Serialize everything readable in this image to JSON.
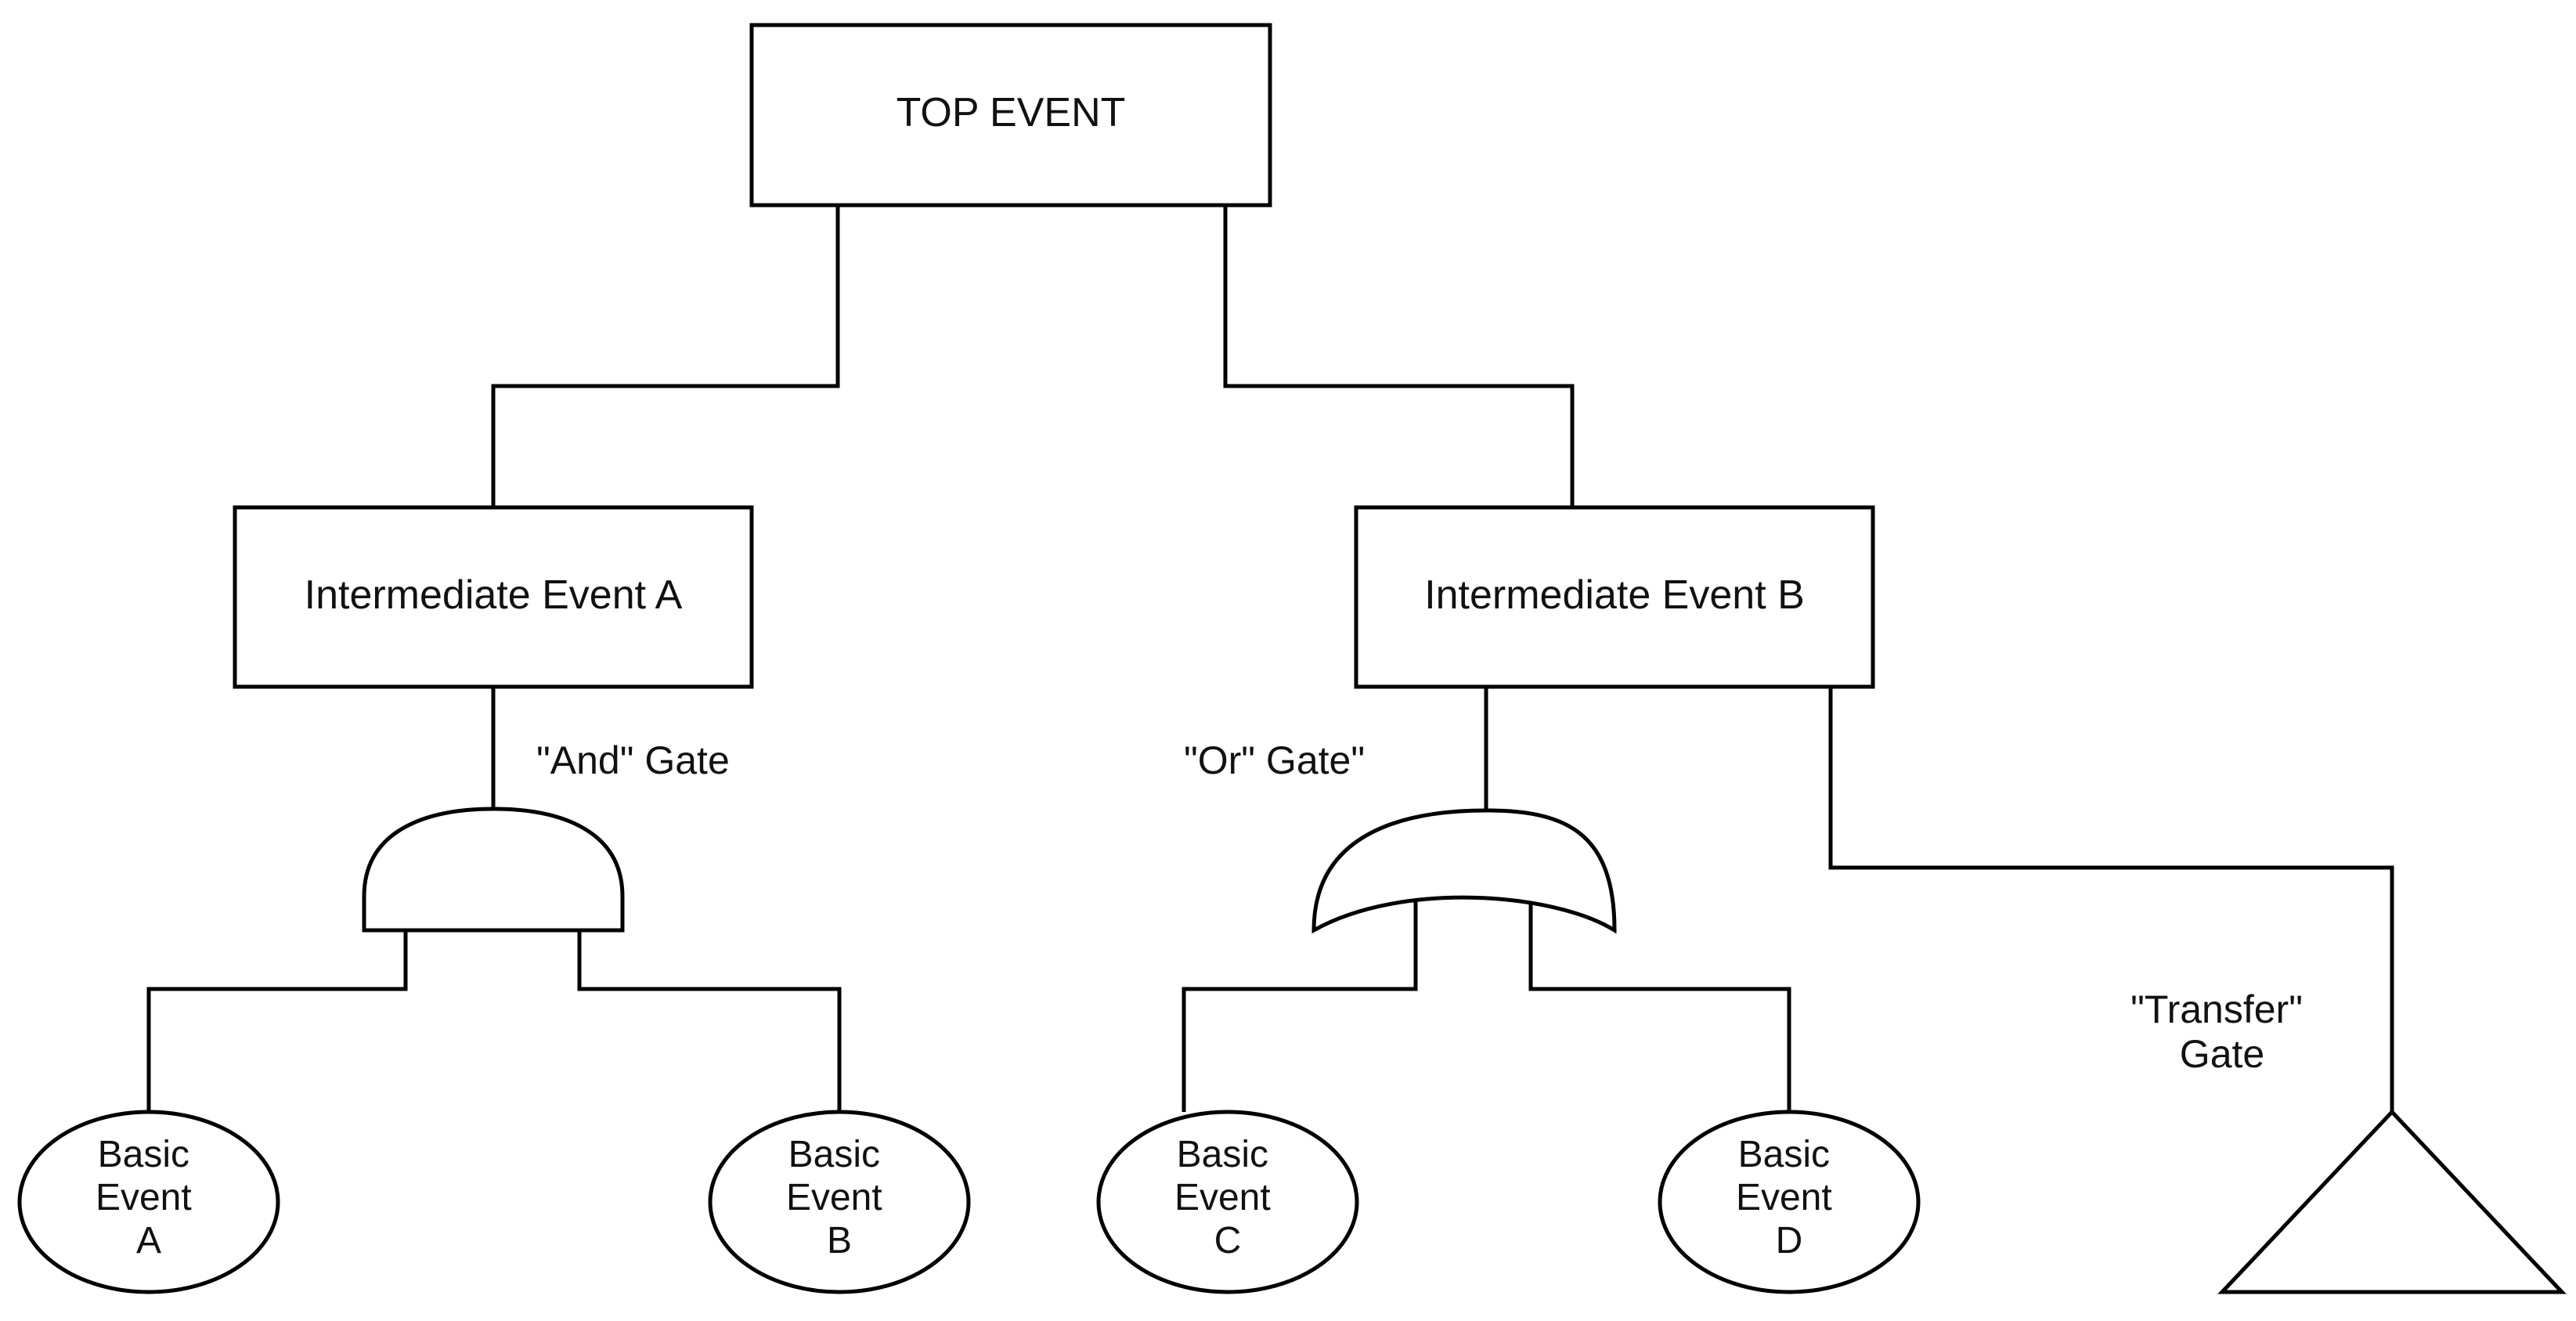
{
  "diagram": {
    "top_event": "TOP EVENT",
    "intermediate": [
      {
        "id": "A",
        "label": "Intermediate Event A"
      },
      {
        "id": "B",
        "label": "Intermediate Event B"
      }
    ],
    "gates": {
      "and_label": "\"And\" Gate",
      "or_label": "\"Or\" Gate\"",
      "transfer_label": [
        "\"Transfer\"",
        "Gate"
      ]
    },
    "basic_events": [
      {
        "id": "A",
        "lines": [
          "Basic",
          "Event",
          "A"
        ]
      },
      {
        "id": "B",
        "lines": [
          "Basic",
          "Event",
          "B"
        ]
      },
      {
        "id": "C",
        "lines": [
          "Basic",
          "Event",
          "C"
        ]
      },
      {
        "id": "D",
        "lines": [
          "Basic",
          "Event",
          "D"
        ]
      }
    ]
  }
}
